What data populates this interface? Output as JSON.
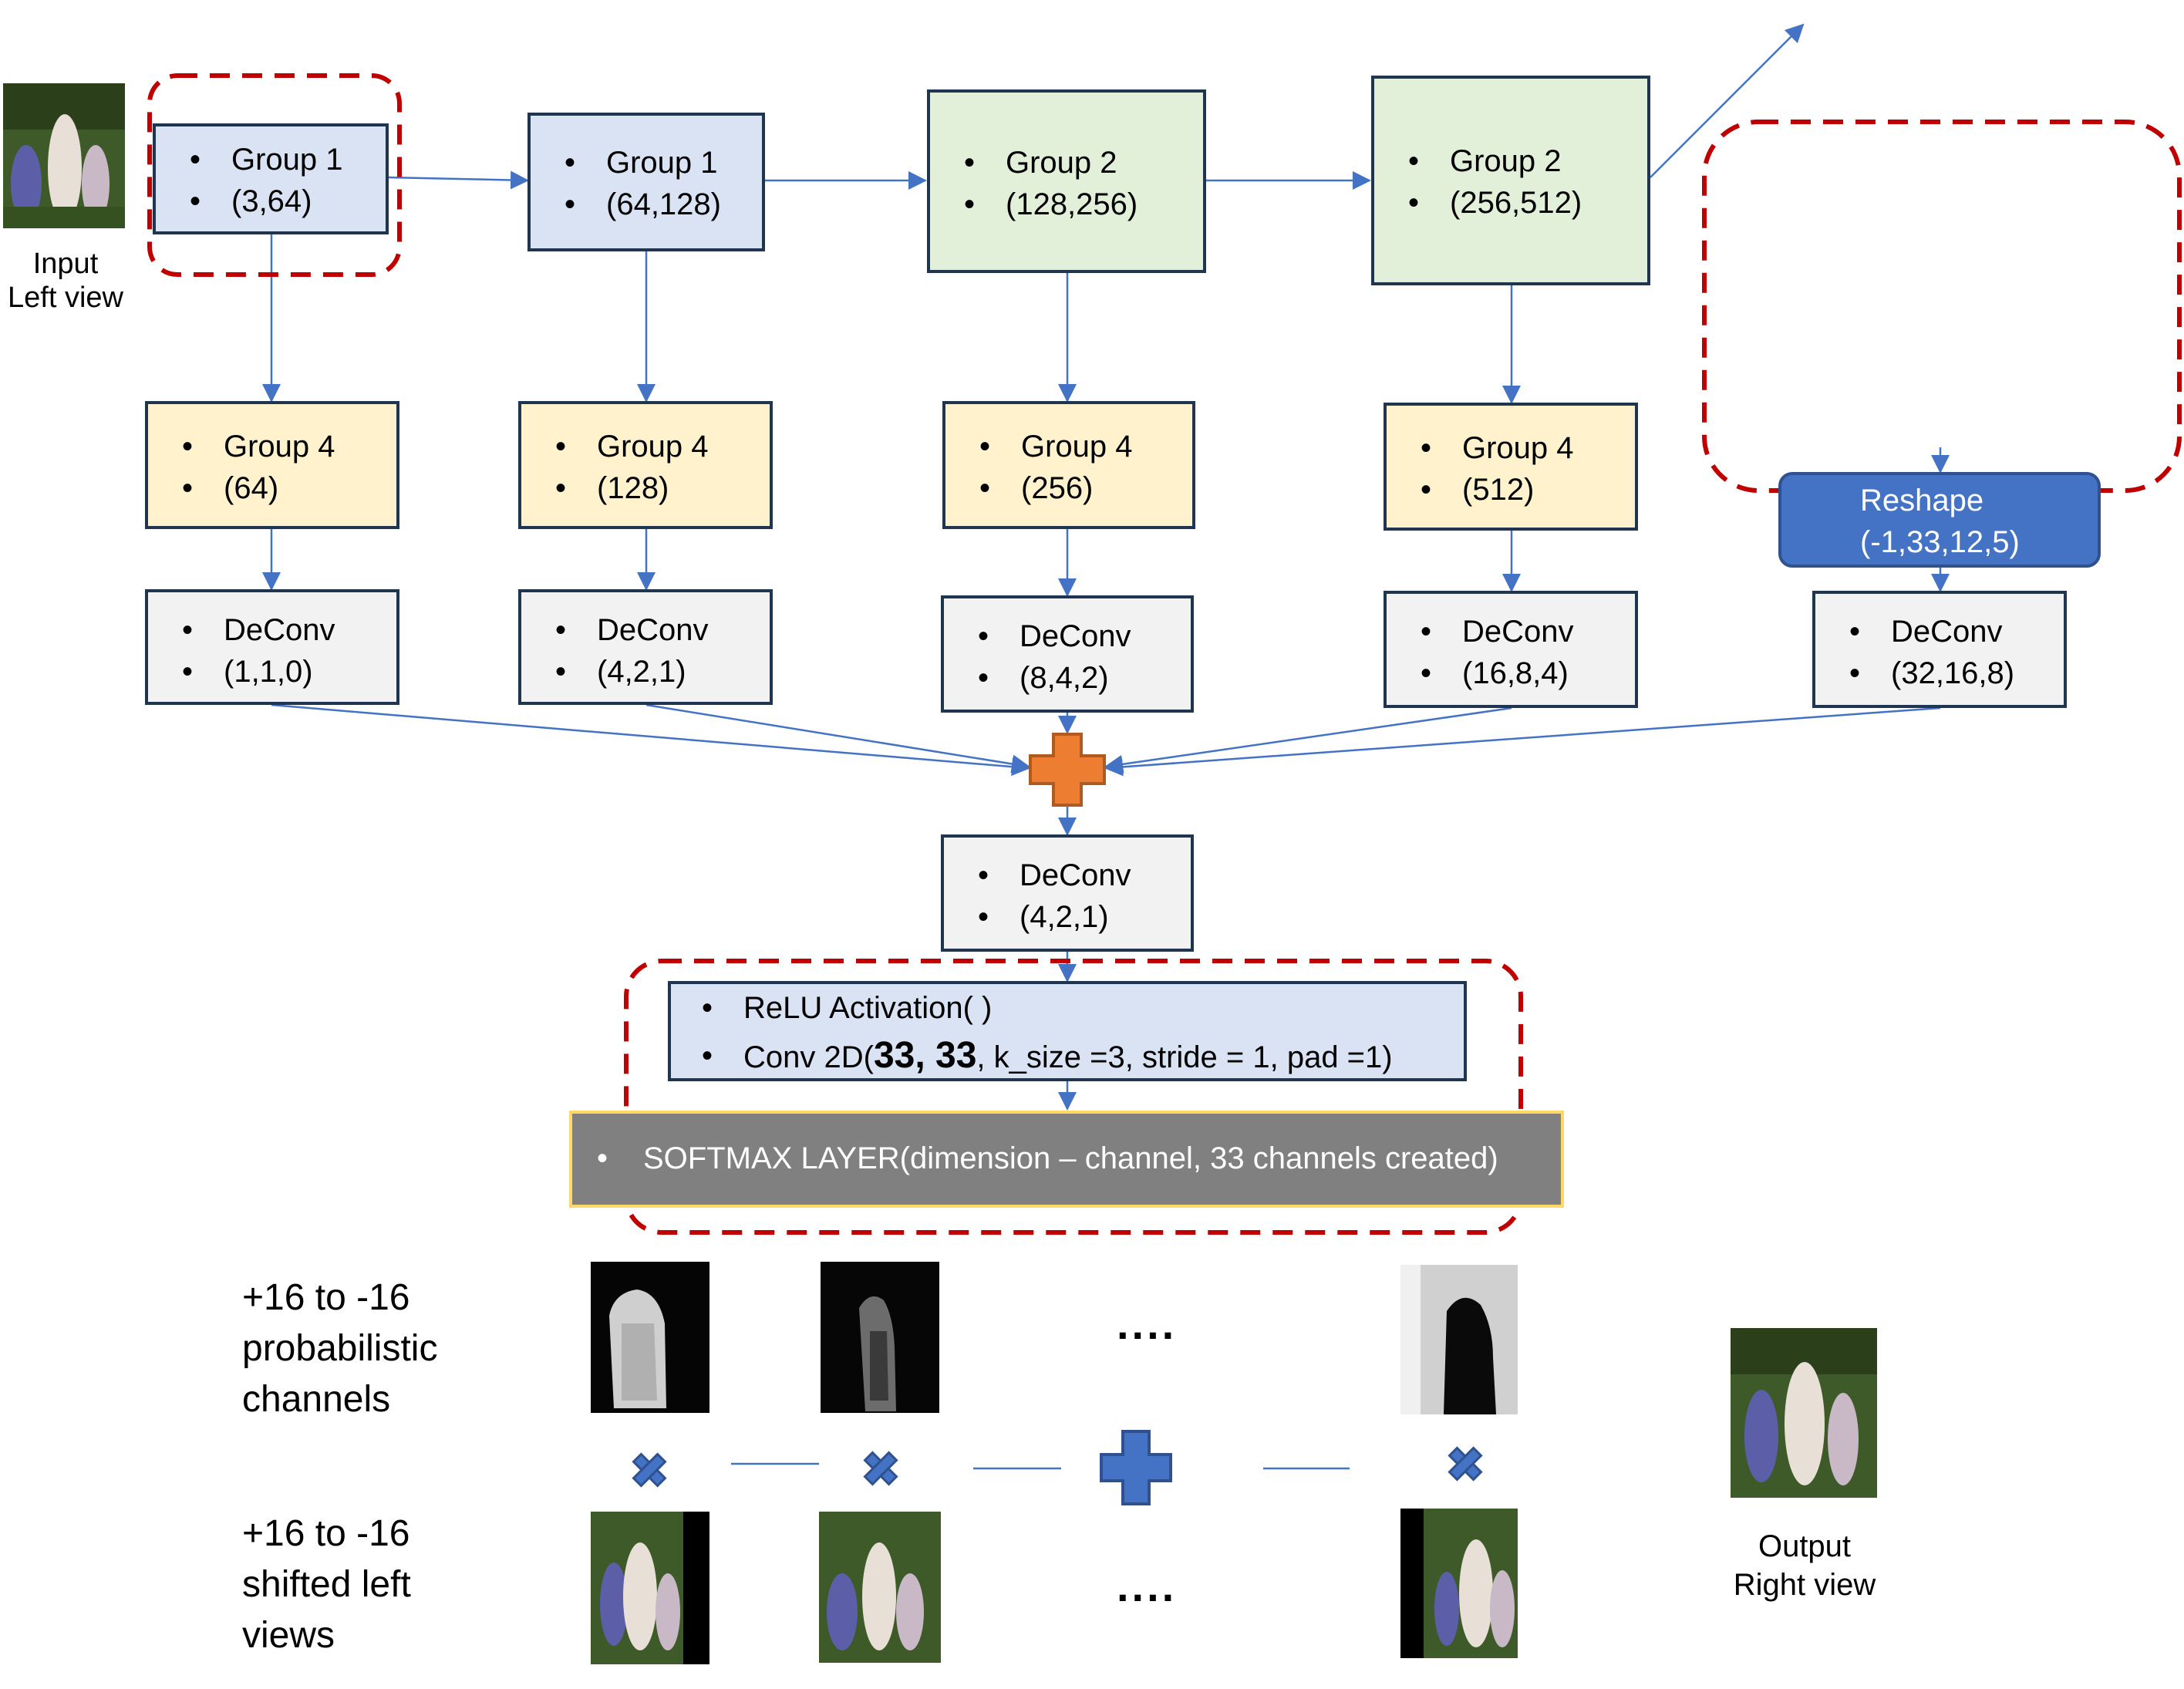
{
  "input": {
    "line1": "Input",
    "line2": "Left view"
  },
  "output": {
    "line1": "Output",
    "line2": "Right view"
  },
  "encoder": [
    {
      "name": "Group 1",
      "channels": "(3,64)"
    },
    {
      "name": "Group 1",
      "channels": "(64,128)"
    },
    {
      "name": "Group 2",
      "channels": "(128,256)"
    },
    {
      "name": "Group 2",
      "channels": "(256,512)"
    }
  ],
  "group4": [
    {
      "name": "Group 4",
      "channels": "(64)"
    },
    {
      "name": "Group 4",
      "channels": "(128)"
    },
    {
      "name": "Group 4",
      "channels": "(256)"
    },
    {
      "name": "Group 4",
      "channels": "(512)"
    }
  ],
  "deconv": [
    {
      "name": "DeConv",
      "params": "(1,1,0)"
    },
    {
      "name": "DeConv",
      "params": "(4,2,1)"
    },
    {
      "name": "DeConv",
      "params": "(8,4,2)"
    },
    {
      "name": "DeConv",
      "params": "(16,8,4)"
    },
    {
      "name": "DeConv",
      "params": "(32,16,8)"
    }
  ],
  "reshape": {
    "name": "Reshape",
    "shape": "(-1,33,12,5)"
  },
  "final_deconv": {
    "name": "DeConv",
    "params": "(4,2,1)"
  },
  "relu": {
    "line1": "ReLU Activation( )",
    "conv_prefix": "Conv 2D(",
    "conv_bold": "33, 33",
    "conv_suffix": ", k_size =3, stride = 1, pad =1)"
  },
  "softmax": {
    "label": "SOFTMAX LAYER(dimension – channel, 33 channels created)"
  },
  "prob_label": {
    "line1": "+16 to -16",
    "line2": "probabilistic",
    "line3": "channels"
  },
  "shift_label": {
    "line1": "+16 to -16",
    "line2": "shifted left",
    "line3": "views"
  },
  "ellipsis": "....",
  "colors": {
    "box_border": "#1f3550",
    "blue_fill": "#dae3f3",
    "green_fill": "#e2f0d9",
    "yellow_fill": "#fff2cc",
    "grey_fill": "#f2f2f2",
    "arrow": "#4472c4",
    "dashed": "#c00000",
    "plus_orange": "#ed7d31",
    "operator_blue": "#4472c4"
  },
  "icons": [
    "plus-icon",
    "multiply-icon",
    "arrow-icon"
  ]
}
